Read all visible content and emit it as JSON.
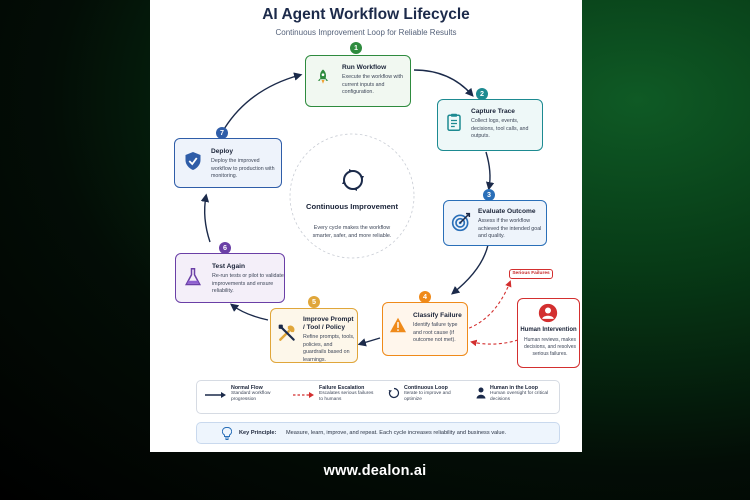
{
  "header": {
    "title": "AI Agent Workflow Lifecycle",
    "subtitle": "Continuous Improvement Loop for Reliable Results"
  },
  "stages": [
    {
      "number": "1",
      "name": "Run Workflow",
      "description": "Execute the workflow with current inputs and configuration.",
      "color": "#2e8b3e",
      "icon": "rocket-icon"
    },
    {
      "number": "2",
      "name": "Capture Trace",
      "description": "Collect logs, events, decisions, tool calls, and outputs.",
      "color": "#1d8a91",
      "icon": "clipboard-icon"
    },
    {
      "number": "3",
      "name": "Evaluate Outcome",
      "description": "Assess if the workflow achieved the intended goal and quality.",
      "color": "#2a6fb8",
      "icon": "target-icon"
    },
    {
      "number": "4",
      "name": "Classify Failure",
      "description": "Identify failure type and root cause (if outcome not met).",
      "color": "#ef8a1a",
      "icon": "warning-icon"
    },
    {
      "number": "5",
      "name": "Improve Prompt / Tool / Policy",
      "description": "Refine prompts, tools, policies, and guardrails based on learnings.",
      "color": "#e0a63a",
      "icon": "tools-icon"
    },
    {
      "number": "6",
      "name": "Test Again",
      "description": "Re-run tests or pilot to validate improvements and ensure reliability.",
      "color": "#6a3fa6",
      "icon": "flask-icon"
    },
    {
      "number": "7",
      "name": "Deploy",
      "description": "Deploy the improved workflow to production with monitoring.",
      "color": "#2f5da8",
      "icon": "shield-check-icon"
    }
  ],
  "center": {
    "title": "Continuous Improvement",
    "description": "Every cycle makes the workflow smarter, safer, and more reliable.",
    "icon": "cycle-icon"
  },
  "escalation": {
    "label": "Serious Failures",
    "name": "Human Intervention",
    "description": "Human reviews, makes decisions, and resolves serious failures.",
    "color": "#d32f2f",
    "icon": "person-icon"
  },
  "legend": [
    {
      "title": "Normal Flow",
      "description": "Standard workflow progression"
    },
    {
      "title": "Failure Escalation",
      "description": "Escalates serious failures to humans"
    },
    {
      "title": "Continuous Loop",
      "description": "Iterate to improve and optimize"
    },
    {
      "title": "Human in the Loop",
      "description": "Human oversight for critical decisions"
    }
  ],
  "principle": {
    "label": "Key Principle:",
    "text": "Measure, learn, improve, and repeat.  Each cycle increases reliability and business value."
  },
  "footer": {
    "url": "www.dealon.ai"
  }
}
